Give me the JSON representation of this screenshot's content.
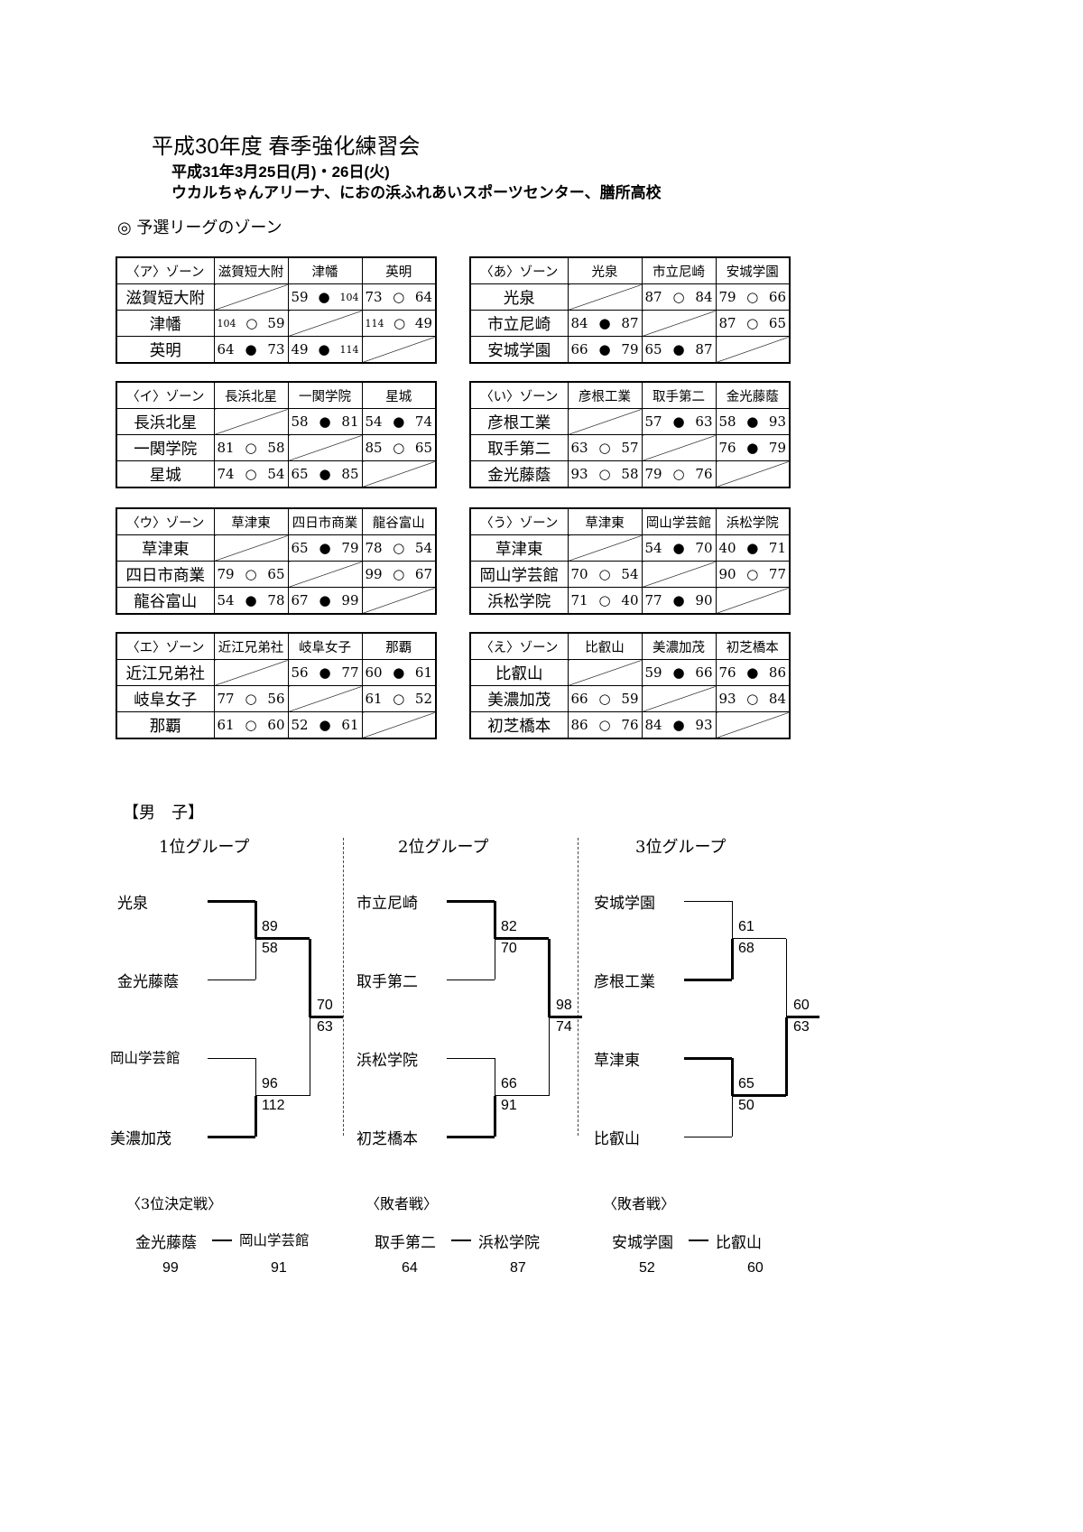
{
  "header": {
    "title": "平成30年度 春季強化練習会",
    "date": "平成31年3月25日(月)・26日(火)",
    "venue": "ウカルちゃんアリーナ、におの浜ふれあいスポーツセンター、膳所高校"
  },
  "section_title": "◎ 予選リーグのゾーン",
  "zones": [
    {
      "name": "〈ア〉ゾーン",
      "teams": [
        "滋賀短大附",
        "津幡",
        "英明"
      ],
      "rows": [
        [
          "",
          "59 ● 104",
          "73 ○ 64"
        ],
        [
          "104 ○ 59",
          "",
          "114 ○ 49"
        ],
        [
          "64 ● 73",
          "49 ● 114",
          ""
        ]
      ]
    },
    {
      "name": "〈あ〉ゾーン",
      "teams": [
        "光泉",
        "市立尼崎",
        "安城学園"
      ],
      "rows": [
        [
          "",
          "87 ○ 84",
          "79 ○ 66"
        ],
        [
          "84 ● 87",
          "",
          "87 ○ 65"
        ],
        [
          "66 ● 79",
          "65 ● 87",
          ""
        ]
      ]
    },
    {
      "name": "〈イ〉ゾーン",
      "teams": [
        "長浜北星",
        "一関学院",
        "星城"
      ],
      "rows": [
        [
          "",
          "58 ● 81",
          "54 ● 74"
        ],
        [
          "81 ○ 58",
          "",
          "85 ○ 65"
        ],
        [
          "74 ○ 54",
          "65 ● 85",
          ""
        ]
      ]
    },
    {
      "name": "〈い〉ゾーン",
      "teams": [
        "彦根工業",
        "取手第二",
        "金光藤蔭"
      ],
      "rows": [
        [
          "",
          "57 ● 63",
          "58 ● 93"
        ],
        [
          "63 ○ 57",
          "",
          "76 ● 79"
        ],
        [
          "93 ○ 58",
          "79 ○ 76",
          ""
        ]
      ]
    },
    {
      "name": "〈ウ〉ゾーン",
      "teams": [
        "草津東",
        "四日市商業",
        "龍谷富山"
      ],
      "rows": [
        [
          "",
          "65 ● 79",
          "78 ○ 54"
        ],
        [
          "79 ○ 65",
          "",
          "99 ○ 67"
        ],
        [
          "54 ● 78",
          "67 ● 99",
          ""
        ]
      ]
    },
    {
      "name": "〈う〉ゾーン",
      "teams": [
        "草津東",
        "岡山学芸館",
        "浜松学院"
      ],
      "rows": [
        [
          "",
          "54 ● 70",
          "40 ● 71"
        ],
        [
          "70 ○ 54",
          "",
          "90 ○ 77"
        ],
        [
          "71 ○ 40",
          "77 ● 90",
          ""
        ]
      ]
    },
    {
      "name": "〈エ〉ゾーン",
      "teams": [
        "近江兄弟社",
        "岐阜女子",
        "那覇"
      ],
      "rows": [
        [
          "",
          "56 ● 77",
          "60 ● 61"
        ],
        [
          "77 ○ 56",
          "",
          "61 ○ 52"
        ],
        [
          "61 ○ 60",
          "52 ● 61",
          ""
        ]
      ]
    },
    {
      "name": "〈え〉ゾーン",
      "teams": [
        "比叡山",
        "美濃加茂",
        "初芝橋本"
      ],
      "rows": [
        [
          "",
          "59 ● 66",
          "76 ● 86"
        ],
        [
          "66 ○ 59",
          "",
          "93 ○ 84"
        ],
        [
          "86 ○ 76",
          "84 ● 93",
          ""
        ]
      ]
    }
  ],
  "mens": {
    "heading": "【男　子】",
    "groups": [
      {
        "title": "1位グループ",
        "teams": [
          "光泉",
          "金光藤蔭",
          "岡山学芸館",
          "美濃加茂"
        ],
        "semi1": [
          "89",
          "58"
        ],
        "semi2": [
          "96",
          "112"
        ],
        "final": [
          "70",
          "63"
        ],
        "extra": {
          "title": "〈3位決定戦〉",
          "a": "金光藤蔭",
          "b": "岡山学芸館",
          "sa": "99",
          "sb": "91"
        }
      },
      {
        "title": "2位グループ",
        "teams": [
          "市立尼崎",
          "取手第二",
          "浜松学院",
          "初芝橋本"
        ],
        "semi1": [
          "82",
          "70"
        ],
        "semi2": [
          "66",
          "91"
        ],
        "final": [
          "98",
          "74"
        ],
        "extra": {
          "title": "〈敗者戦〉",
          "a": "取手第二",
          "b": "浜松学院",
          "sa": "64",
          "sb": "87"
        }
      },
      {
        "title": "3位グループ",
        "teams": [
          "安城学園",
          "彦根工業",
          "草津東",
          "比叡山"
        ],
        "semi1": [
          "61",
          "68"
        ],
        "semi2": [
          "65",
          "50"
        ],
        "final": [
          "60",
          "63"
        ],
        "extra": {
          "title": "〈敗者戦〉",
          "a": "安城学園",
          "b": "比叡山",
          "sa": "52",
          "sb": "60"
        }
      }
    ]
  }
}
